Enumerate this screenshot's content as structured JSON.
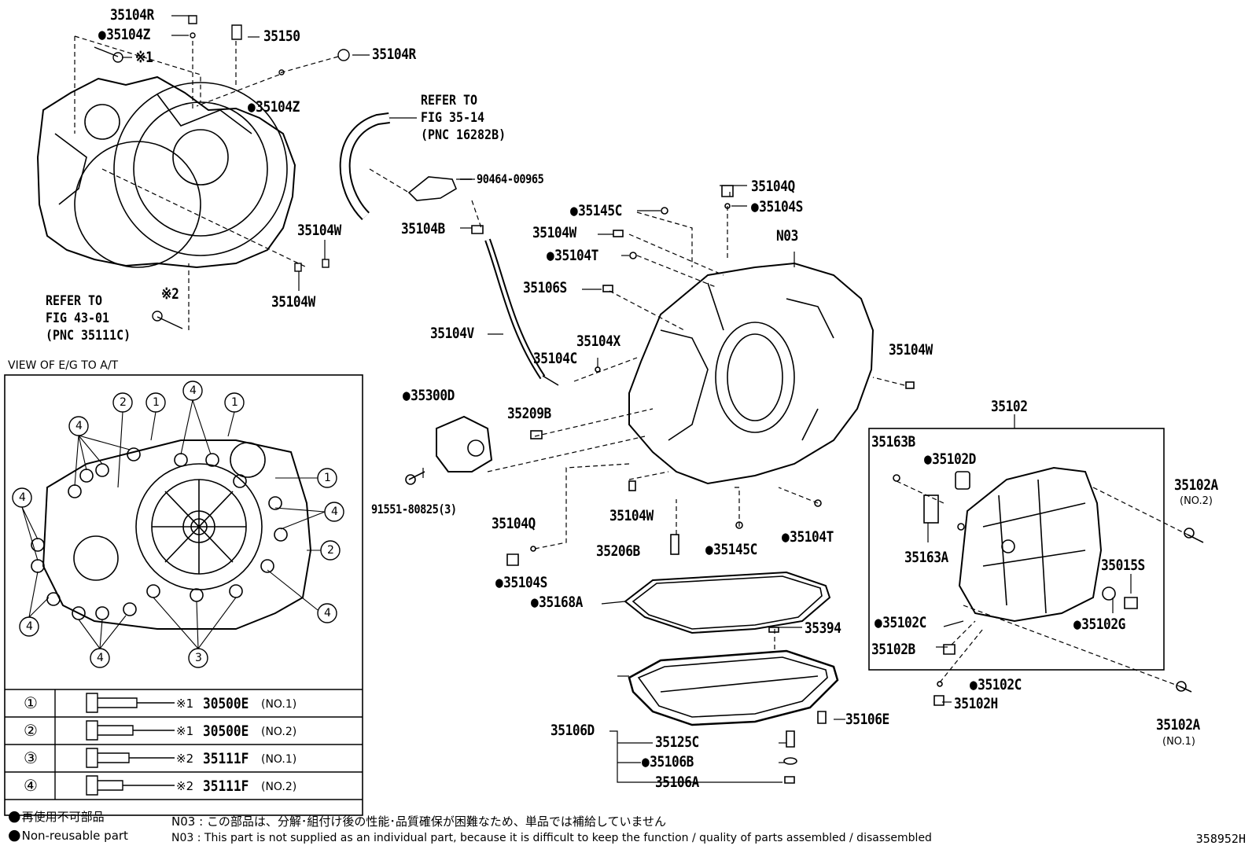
{
  "labels": {
    "r1": "35104R",
    "z1": "35104Z",
    "l35150": "35150",
    "r2": "35104R",
    "x1": "※1",
    "z2": "35104Z",
    "refer1": "REFER TO\nFIG 35-14\n(PNC 16282B)",
    "n90464": "90464-00965",
    "b": "35104B",
    "w1": "35104W",
    "w2": "35104W",
    "x2": "※2",
    "refer2": "REFER TO\nFIG 43-01\n(PNC 35111C)",
    "q1": "35104Q",
    "s1": "35104S",
    "c145": "35145C",
    "w3": "35104W",
    "n03": "N03",
    "t1": "35104T",
    "s106": "35106S",
    "v": "35104V",
    "x": "35104X",
    "c104": "35104C",
    "w4": "35104W",
    "d300": "35300D",
    "b209": "35209B",
    "n91551": "91551-80825(3)",
    "w5": "35104W",
    "q2": "35104Q",
    "b206": "35206B",
    "c145b": "35145C",
    "t2": "35104T",
    "s2": "35104S",
    "a168": "35168A",
    "n394": "35394",
    "d106": "35106D",
    "e106": "35106E",
    "c125": "35125C",
    "b106": "35106B",
    "a106": "35106A",
    "p102": "35102",
    "b163": "35163B",
    "d102": "35102D",
    "a102a": "35102A",
    "no2": "(NO.2)",
    "a163": "35163A",
    "s015": "35015S",
    "c102": "35102C",
    "g102": "35102G",
    "b102": "35102B",
    "c102b": "35102C",
    "h102": "35102H",
    "a102b": "35102A",
    "no1": "(NO.1)"
  },
  "view_title": "VIEW OF E/G TO A/T",
  "callouts": {
    "one": "1",
    "two": "2",
    "three": "3",
    "four": "4"
  },
  "table": [
    {
      "mark": "①",
      "ref": "※1",
      "code": "30500E",
      "no": "(NO.1)"
    },
    {
      "mark": "②",
      "ref": "※1",
      "code": "30500E",
      "no": "(NO.2)"
    },
    {
      "mark": "③",
      "ref": "※2",
      "code": "35111F",
      "no": "(NO.1)"
    },
    {
      "mark": "④",
      "ref": "※2",
      "code": "35111F",
      "no": "(NO.2)"
    }
  ],
  "legend": {
    "jp": "再使用不可部品",
    "en": "Non-reusable part"
  },
  "footnote": {
    "jp": "N03 : この部品は、分解･組付け後の性能･品質確保が困難なため、単品では補給していません",
    "en": "N03 : This part is not supplied as an individual part, because it is difficult to keep the function / quality of parts assembled / disassembled"
  },
  "figure_id": "358952H"
}
